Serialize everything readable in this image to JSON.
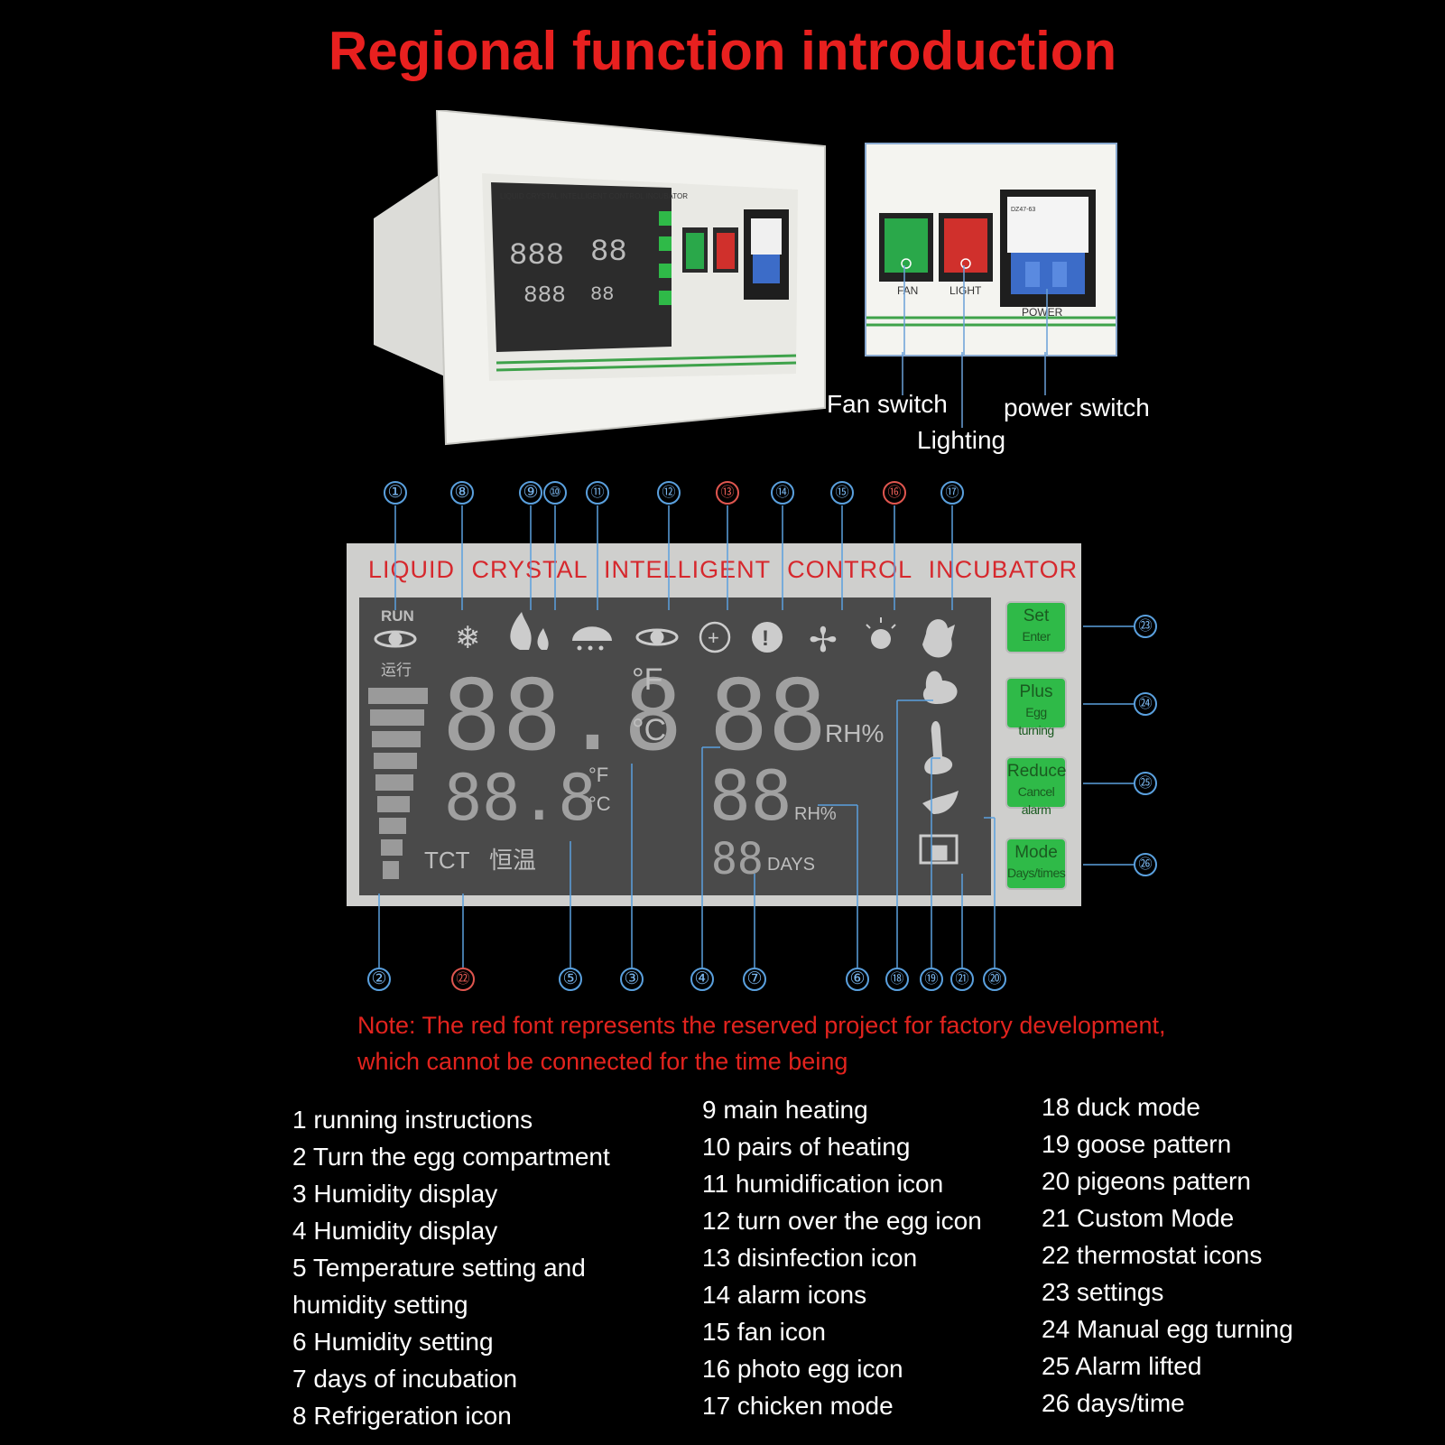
{
  "title": "Regional function introduction",
  "device": {
    "panel_title": "LIQUID CRYSTAL INTELLIGENT CONTROL INCUBATOR",
    "fan_text": "FAN",
    "light_text": "LIGHT",
    "power_text": "POWER",
    "breaker_text": "DZ47-63"
  },
  "callouts": {
    "fan_switch": "Fan switch",
    "power_switch": "power switch",
    "lighting": "Lighting"
  },
  "lcd": {
    "title": "LIQUID CRYSTAL INTELLIGENT CONTROL INCUBATOR",
    "run": "RUN",
    "run_cn": "运行",
    "temp_main": "88.8",
    "temp_sub": "88.8",
    "unit_f": "°F",
    "unit_c": "°C",
    "hum_main": "88",
    "hum_sub": "88",
    "days_value": "88",
    "rh": "RH%",
    "days": "DAYS",
    "tct": "TCT",
    "tct_cn": "恒温",
    "buttons": [
      {
        "label": "Set",
        "sub": "Enter"
      },
      {
        "label": "Plus",
        "sub": "Egg turning"
      },
      {
        "label": "Reduce",
        "sub": "Cancel alarm"
      },
      {
        "label": "Mode",
        "sub": "Days/times"
      }
    ]
  },
  "markers_top": [
    "①",
    "⑧",
    "⑨",
    "⑩",
    "⑪",
    "⑫",
    "⑬",
    "⑭",
    "⑮",
    "⑯",
    "⑰"
  ],
  "markers_bottom": [
    "②",
    "㉒",
    "⑤",
    "③",
    "④",
    "⑦",
    "⑥",
    "⑱",
    "⑲",
    "㉑",
    "⑳"
  ],
  "markers_right": [
    "㉓",
    "㉔",
    "㉕",
    "㉖"
  ],
  "note": {
    "line1": "Note: The red font represents the reserved project for factory development,",
    "line2": "which cannot be connected for the time being"
  },
  "legend": {
    "col1": [
      "1 running instructions",
      "2 Turn the egg compartment",
      "3 Humidity display",
      "4 Humidity display",
      "5 Temperature setting and",
      "humidity setting",
      "6 Humidity setting",
      "7 days of incubation",
      "8 Refrigeration icon"
    ],
    "col2": [
      "9 main heating",
      "10 pairs of heating",
      "11 humidification icon",
      "12 turn over the egg icon",
      "13 disinfection icon",
      "14 alarm icons",
      "15 fan icon",
      "16 photo egg icon",
      "17 chicken mode"
    ],
    "col3": [
      "18 duck mode",
      "19 goose pattern",
      "20 pigeons pattern",
      "21 Custom Mode",
      "22 thermostat icons",
      "23 settings",
      "24 Manual egg turning",
      "25 Alarm lifted",
      "26 days/time"
    ]
  },
  "colors": {
    "title_red": "#e8201f",
    "note_red": "#e2231e",
    "marker_blue": "#5aa0de",
    "marker_red": "#e0564f",
    "button_green": "#2fba48",
    "lcd_dark": "#4a4a4a"
  }
}
